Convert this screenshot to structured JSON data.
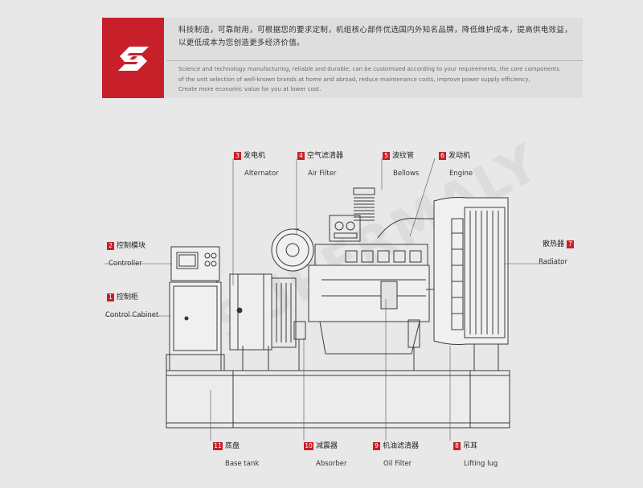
{
  "header": {
    "intro_cn_line1": "科技制造，可靠耐用，可根据您的要求定制，机组核心部件优选国内外知名品牌，降低维护成本，提高供电效益，",
    "intro_cn_line2": "以更低成本为您创造更多经济价值。",
    "intro_en_line1": "Science and technology manufacturing, reliable and durable, can be customized according to your requirements, the core components",
    "intro_en_line2": "of the unit selection of well-known brands at home and abroad, reduce maintenance costs, improve power supply efficiency,",
    "intro_en_line3": "Create more economic value for you at lower cost."
  },
  "callouts": {
    "c1": {
      "num": "1",
      "cn": "控制柜",
      "en": "Control Cabinet"
    },
    "c2": {
      "num": "2",
      "cn": "控制模块",
      "en": "Controller"
    },
    "c3": {
      "num": "3",
      "cn": "发电机",
      "en": "Alternator"
    },
    "c4": {
      "num": "4",
      "cn": "空气滤清器",
      "en": "Air Filter"
    },
    "c5": {
      "num": "5",
      "cn": "波纹管",
      "en": "Bellows"
    },
    "c6": {
      "num": "6",
      "cn": "发动机",
      "en": "Engine"
    },
    "c7": {
      "num": "7",
      "cn": "散热器",
      "en": "Radiator"
    },
    "c8": {
      "num": "8",
      "cn": "吊耳",
      "en": "Lifting lug"
    },
    "c9": {
      "num": "9",
      "cn": "机油滤清器",
      "en": "Oil Filter"
    },
    "c10": {
      "num": "10",
      "cn": "减震器",
      "en": "Absorber"
    },
    "c11": {
      "num": "11",
      "cn": "底盘",
      "en": "Base tank"
    }
  },
  "watermark": "SUPERMALY",
  "colors": {
    "brand_red": "#c8202a",
    "background": "#e8e8e8",
    "line": "#333333"
  }
}
